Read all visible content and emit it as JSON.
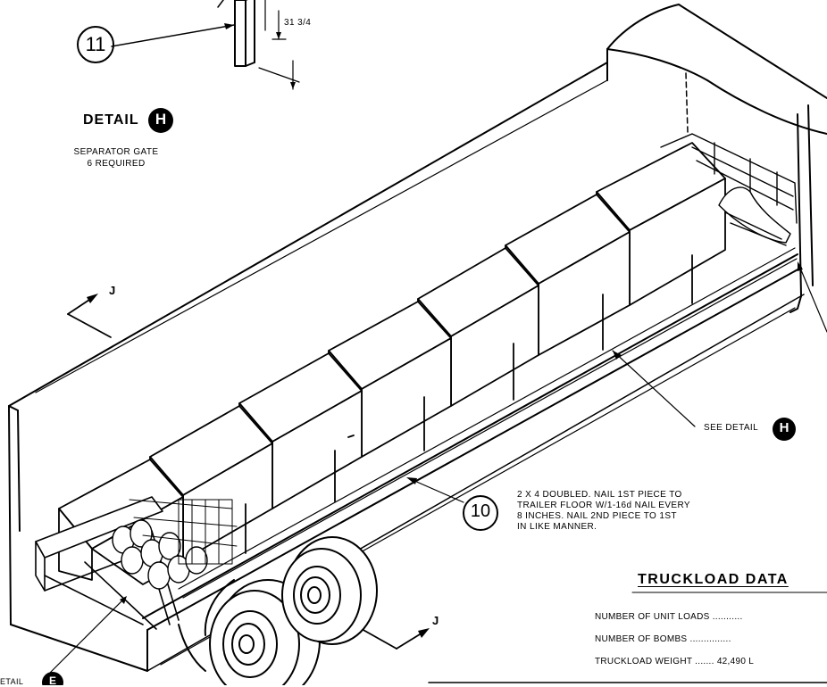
{
  "callouts": {
    "c10": "10",
    "c11": "11",
    "badge_h": "H",
    "badge_e": "E"
  },
  "detail_h": {
    "title": "DETAIL",
    "caption_line1": "SEPARATOR GATE",
    "caption_line2": "6 REQUIRED",
    "dimension": "31 3/4"
  },
  "section_marker": "J",
  "see_detail_label": "SEE DETAIL",
  "bottom_detail_label": "ETAIL",
  "note_10": "2 X 4 DOUBLED.  NAIL 1ST PIECE TO\nTRAILER FLOOR W/1-16d NAIL EVERY\n8 INCHES.  NAIL 2ND PIECE TO 1ST\nIN LIKE MANNER.",
  "truckload_data": {
    "title": "TRUCKLOAD DATA",
    "rows": [
      {
        "label": "NUMBER OF UNIT LOADS",
        "dots": " ...........",
        "value": ""
      },
      {
        "label": "NUMBER OF BOMBS",
        "dots": " ...............",
        "value": ""
      },
      {
        "label": "TRUCKLOAD WEIGHT",
        "dots": " .......",
        "value": "42,490 L"
      }
    ]
  }
}
